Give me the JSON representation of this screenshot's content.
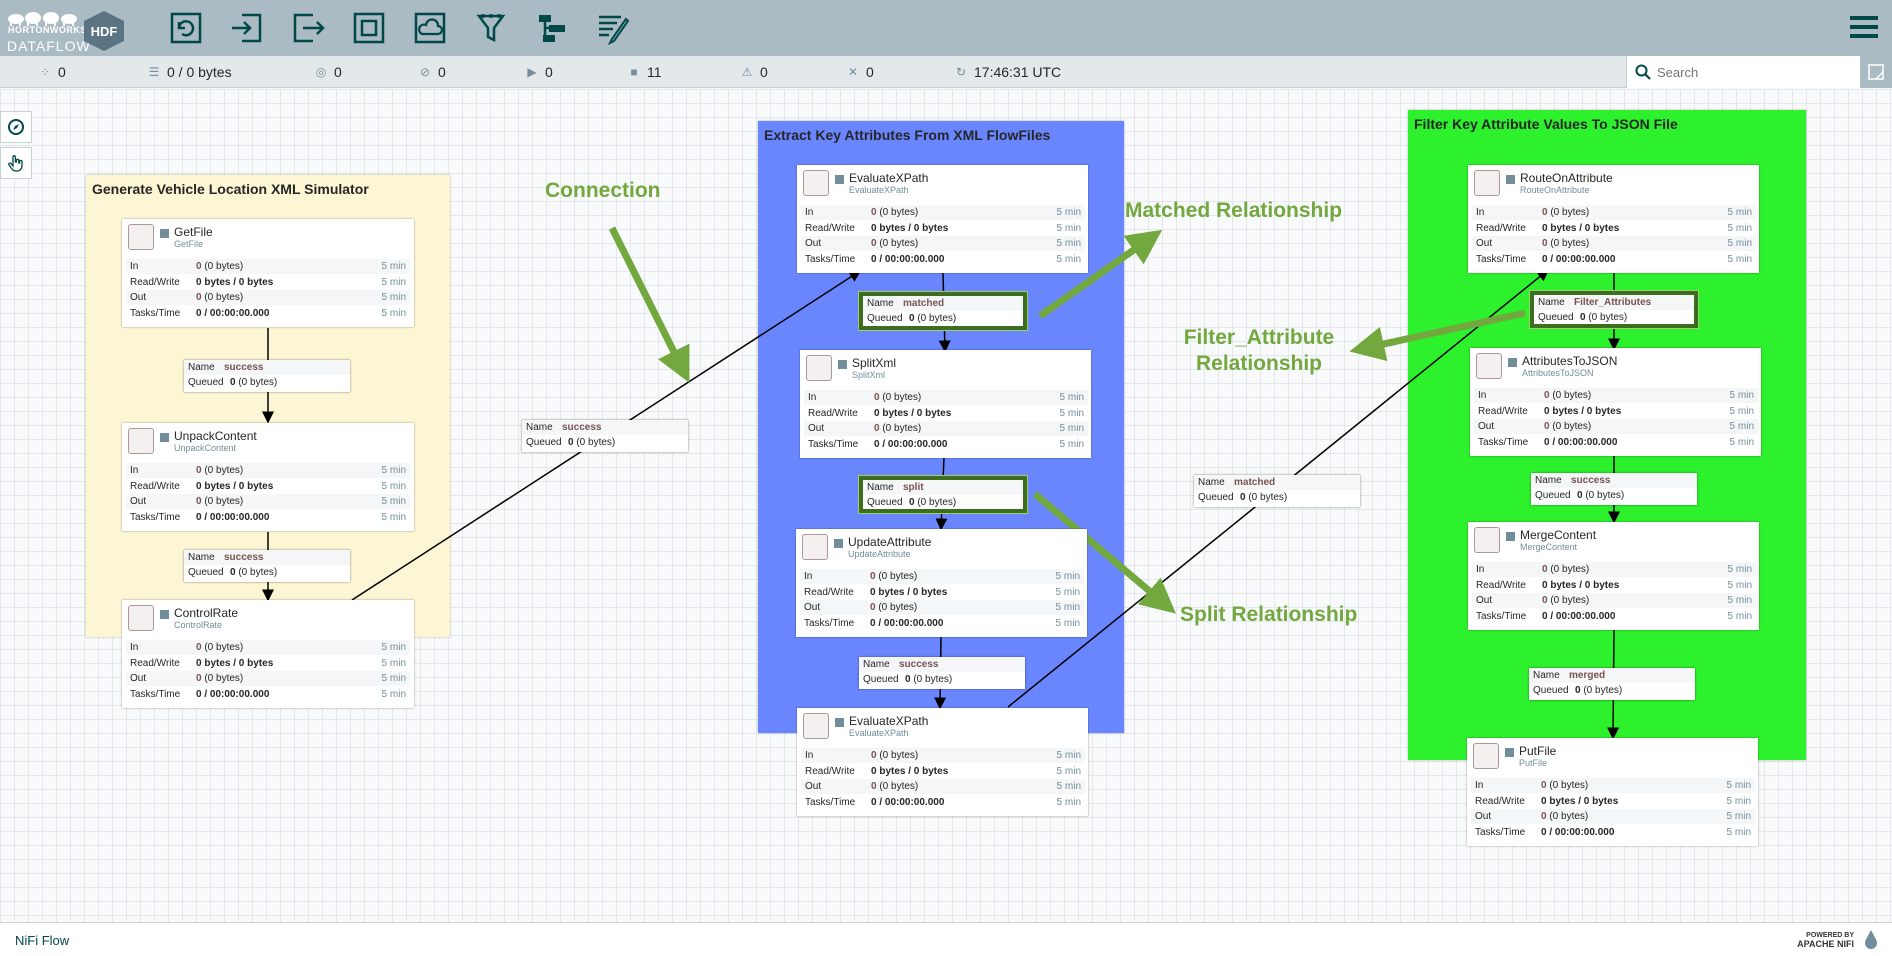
{
  "header": {
    "brand": "HORTONWORKS",
    "product": "DATAFLOW",
    "hdf_badge": "HDF",
    "toolbar": [
      {
        "name": "processor-icon"
      },
      {
        "name": "input-port-icon"
      },
      {
        "name": "output-port-icon"
      },
      {
        "name": "process-group-icon"
      },
      {
        "name": "remote-process-group-icon"
      },
      {
        "name": "funnel-icon"
      },
      {
        "name": "template-icon"
      },
      {
        "name": "label-icon"
      }
    ]
  },
  "status": {
    "threads": "0",
    "queued": "0 / 0 bytes",
    "transmitting": "0",
    "not_transmitting": "0",
    "running": "0",
    "stopped": "11",
    "invalid": "0",
    "disabled": "0",
    "refreshed": "17:46:31 UTC"
  },
  "search": {
    "placeholder": "Search"
  },
  "footer": {
    "breadcrumb": "NiFi Flow",
    "powered_1": "POWERED BY",
    "powered_2": "APACHE NIFI"
  },
  "labels": {
    "name": "Name",
    "queued": "Queued",
    "in": "In",
    "rw": "Read/Write",
    "out": "Out",
    "tasks": "Tasks/Time",
    "five_min": "5 min"
  },
  "groups": {
    "g1": {
      "title": "Generate Vehicle Location XML Simulator",
      "color": "#fdf6d4"
    },
    "g2": {
      "title": "Extract Key Attributes From XML FlowFiles",
      "color": "#6a86ff"
    },
    "g3": {
      "title": "Filter Key Attribute Values To JSON File",
      "color": "#2df12d"
    }
  },
  "processors": {
    "p1": {
      "name": "GetFile",
      "type": "GetFile",
      "in": "0",
      "in_b": "(0 bytes)",
      "rw": "0 bytes / 0 bytes",
      "out": "0",
      "out_b": "(0 bytes)",
      "tasks": "0 / 00:00:00.000"
    },
    "p2": {
      "name": "UnpackContent",
      "type": "UnpackContent",
      "in": "0",
      "in_b": "(0 bytes)",
      "rw": "0 bytes / 0 bytes",
      "out": "0",
      "out_b": "(0 bytes)",
      "tasks": "0 / 00:00:00.000"
    },
    "p3": {
      "name": "ControlRate",
      "type": "ControlRate",
      "in": "0",
      "in_b": "(0 bytes)",
      "rw": "0 bytes / 0 bytes",
      "out": "0",
      "out_b": "(0 bytes)",
      "tasks": "0 / 00:00:00.000"
    },
    "p4": {
      "name": "EvaluateXPath",
      "type": "EvaluateXPath",
      "in": "0",
      "in_b": "(0 bytes)",
      "rw": "0 bytes / 0 bytes",
      "out": "0",
      "out_b": "(0 bytes)",
      "tasks": "0 / 00:00:00.000"
    },
    "p5": {
      "name": "SplitXml",
      "type": "SplitXml",
      "in": "0",
      "in_b": "(0 bytes)",
      "rw": "0 bytes / 0 bytes",
      "out": "0",
      "out_b": "(0 bytes)",
      "tasks": "0 / 00:00:00.000"
    },
    "p6": {
      "name": "UpdateAttribute",
      "type": "UpdateAttribute",
      "in": "0",
      "in_b": "(0 bytes)",
      "rw": "0 bytes / 0 bytes",
      "out": "0",
      "out_b": "(0 bytes)",
      "tasks": "0 / 00:00:00.000"
    },
    "p7": {
      "name": "EvaluateXPath",
      "type": "EvaluateXPath",
      "in": "0",
      "in_b": "(0 bytes)",
      "rw": "0 bytes / 0 bytes",
      "out": "0",
      "out_b": "(0 bytes)",
      "tasks": "0 / 00:00:00.000"
    },
    "p8": {
      "name": "RouteOnAttribute",
      "type": "RouteOnAttribute",
      "in": "0",
      "in_b": "(0 bytes)",
      "rw": "0 bytes / 0 bytes",
      "out": "0",
      "out_b": "(0 bytes)",
      "tasks": "0 / 00:00:00.000"
    },
    "p9": {
      "name": "AttributesToJSON",
      "type": "AttributesToJSON",
      "in": "0",
      "in_b": "(0 bytes)",
      "rw": "0 bytes / 0 bytes",
      "out": "0",
      "out_b": "(0 bytes)",
      "tasks": "0 / 00:00:00.000"
    },
    "p10": {
      "name": "MergeContent",
      "type": "MergeContent",
      "in": "0",
      "in_b": "(0 bytes)",
      "rw": "0 bytes / 0 bytes",
      "out": "0",
      "out_b": "(0 bytes)",
      "tasks": "0 / 00:00:00.000"
    },
    "p11": {
      "name": "PutFile",
      "type": "PutFile",
      "in": "0",
      "in_b": "(0 bytes)",
      "rw": "0 bytes / 0 bytes",
      "out": "0",
      "out_b": "(0 bytes)",
      "tasks": "0 / 00:00:00.000"
    }
  },
  "connections": {
    "c1": {
      "name": "success",
      "queued": "0",
      "queued_b": "(0 bytes)"
    },
    "c2": {
      "name": "success",
      "queued": "0",
      "queued_b": "(0 bytes)"
    },
    "c3": {
      "name": "success",
      "queued": "0",
      "queued_b": "(0 bytes)"
    },
    "c4": {
      "name": "matched",
      "queued": "0",
      "queued_b": "(0 bytes)"
    },
    "c5": {
      "name": "split",
      "queued": "0",
      "queued_b": "(0 bytes)"
    },
    "c6": {
      "name": "success",
      "queued": "0",
      "queued_b": "(0 bytes)"
    },
    "c7": {
      "name": "matched",
      "queued": "0",
      "queued_b": "(0 bytes)"
    },
    "c8": {
      "name": "Filter_Attributes",
      "queued": "0",
      "queued_b": "(0 bytes)"
    },
    "c9": {
      "name": "success",
      "queued": "0",
      "queued_b": "(0 bytes)"
    },
    "c10": {
      "name": "merged",
      "queued": "0",
      "queued_b": "(0 bytes)"
    }
  },
  "annotations": {
    "connection": "Connection",
    "matched": "Matched Relationship",
    "filter_1": "Filter_Attribute",
    "filter_2": "Relationship",
    "split": "Split Relationship"
  }
}
